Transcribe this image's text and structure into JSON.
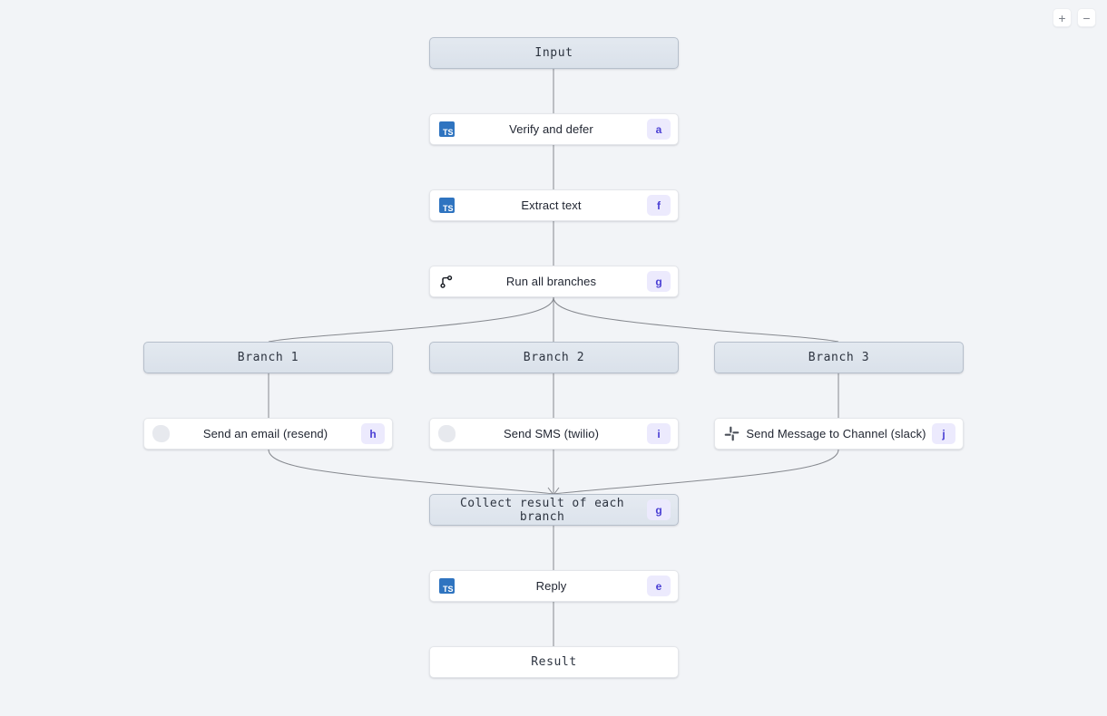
{
  "canvas": {
    "background": "#f2f4f7",
    "edge_color": "#86898f"
  },
  "zoom_controls": {
    "zoom_in_label": "+",
    "zoom_out_label": "−"
  },
  "nodes": {
    "input": {
      "label": "Input"
    },
    "verify": {
      "label": "Verify and defer",
      "badge": "a",
      "icon": "typescript-icon",
      "icon_text": "TS"
    },
    "extract": {
      "label": "Extract text",
      "badge": "f",
      "icon": "typescript-icon",
      "icon_text": "TS"
    },
    "run_all": {
      "label": "Run all branches",
      "badge": "g",
      "icon": "branch-icon"
    },
    "branch1": {
      "label": "Branch 1"
    },
    "branch2": {
      "label": "Branch 2"
    },
    "branch3": {
      "label": "Branch 3"
    },
    "email": {
      "label": "Send an email (resend)",
      "badge": "h",
      "icon": "app-placeholder-icon"
    },
    "sms": {
      "label": "Send SMS (twilio)",
      "badge": "i",
      "icon": "app-placeholder-icon"
    },
    "slack": {
      "label": "Send Message to Channel (slack)",
      "badge": "j",
      "icon": "slack-icon"
    },
    "collect": {
      "label": "Collect result of each branch",
      "badge": "g"
    },
    "reply": {
      "label": "Reply",
      "badge": "e",
      "icon": "typescript-icon",
      "icon_text": "TS"
    },
    "result": {
      "label": "Result"
    }
  },
  "colors": {
    "badge_bg": "#eceafd",
    "badge_text": "#4a3fd4",
    "ts_icon_bg": "#2f74c0",
    "terminal_border": "#b6bfcb"
  }
}
